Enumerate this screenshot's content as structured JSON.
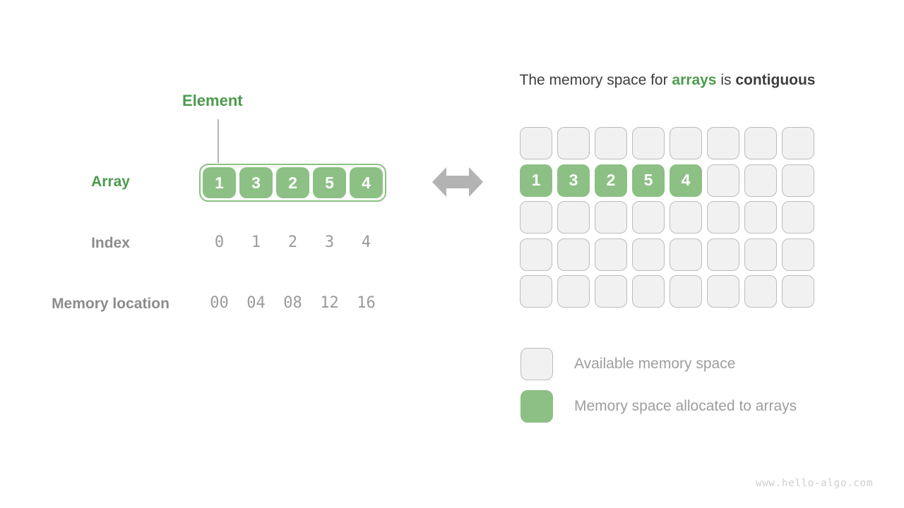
{
  "left_panel": {
    "element_label": "Element",
    "array_label": "Array",
    "index_label": "Index",
    "memory_label": "Memory location",
    "array_values": [
      "1",
      "3",
      "2",
      "5",
      "4"
    ],
    "index_values": [
      "0",
      "1",
      "2",
      "3",
      "4"
    ],
    "memory_values": [
      "00",
      "04",
      "08",
      "12",
      "16"
    ]
  },
  "right_panel": {
    "title": {
      "prefix": "The memory space for ",
      "highlight": "arrays",
      "middle": " is ",
      "bold_word": "contiguous"
    },
    "grid": {
      "rows": 5,
      "cols": 8,
      "allocated_row_index": 1,
      "allocated_values": [
        "1",
        "3",
        "2",
        "5",
        "4"
      ]
    },
    "legend": [
      {
        "type": "available",
        "label": "Available memory space"
      },
      {
        "type": "allocated",
        "label": "Memory space allocated to arrays"
      }
    ]
  },
  "watermark": "www.hello-algo.com",
  "colors": {
    "accent_green_text": "#4c9b4e",
    "cell_green": "#8cc084",
    "empty_cell_fill": "#f1f1f1",
    "empty_cell_border": "#bcbcbc",
    "gray_label": "#8c8c8c",
    "mono_gray": "#9a9a9a",
    "arrow_gray": "#b3b3b3",
    "title_dark": "#3e3e3e"
  }
}
